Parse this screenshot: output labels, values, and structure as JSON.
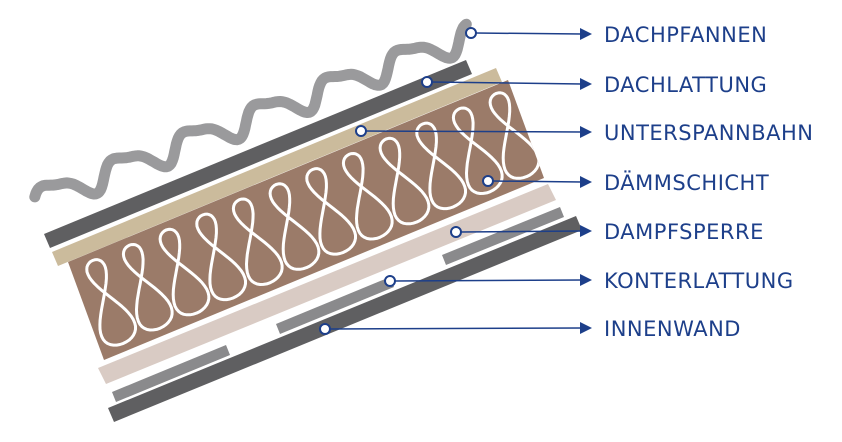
{
  "labels": [
    {
      "key": "tiles",
      "text": "DACHPFANNEN"
    },
    {
      "key": "battens",
      "text": "DACHLATTUNG"
    },
    {
      "key": "underlay",
      "text": "UNTERSPANNBAHN"
    },
    {
      "key": "insulation",
      "text": "DÄMMSCHICHT"
    },
    {
      "key": "vapor",
      "text": "DAMPFSPERRE"
    },
    {
      "key": "counter",
      "text": "KONTERLATTUNG"
    },
    {
      "key": "wall",
      "text": "INNENWAND"
    }
  ],
  "colors": {
    "accent": "#1d3f8a",
    "tiles": "#9a9a9c",
    "battens": "#5f5f61",
    "underlay": "#cbbb9c",
    "insulation": "#9b7b69",
    "vapor": "#d9cbc4",
    "counter": "#8a8a8c",
    "wall": "#5f5f61"
  }
}
